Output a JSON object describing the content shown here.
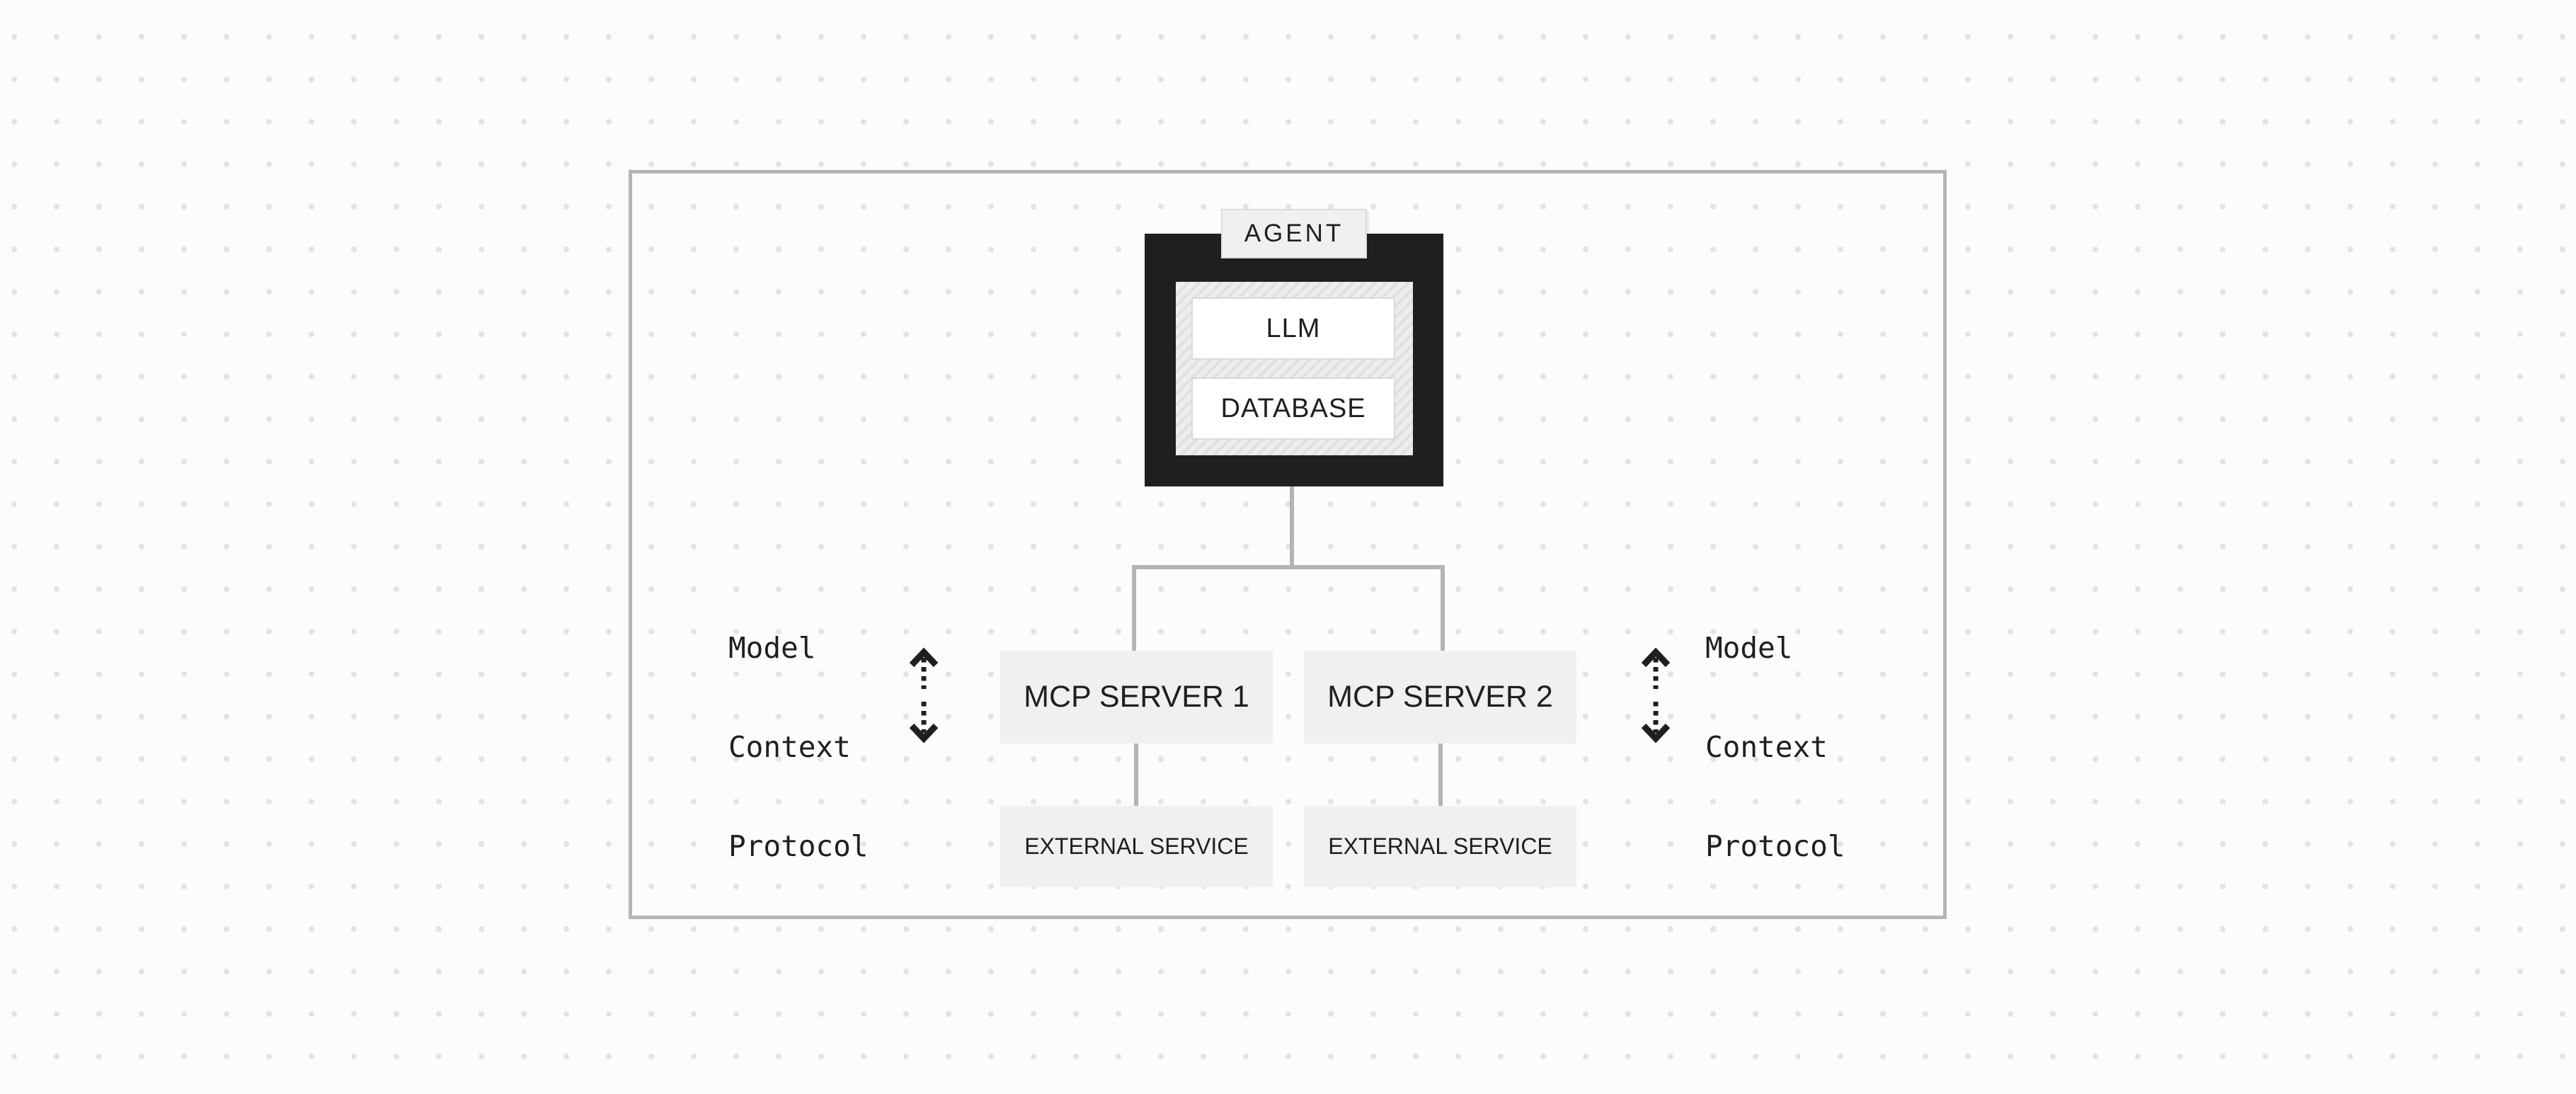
{
  "diagram": {
    "agent": {
      "label": "AGENT",
      "llm_label": "LLM",
      "database_label": "DATABASE"
    },
    "servers": [
      {
        "label": "MCP SERVER 1",
        "external_service_label": "EXTERNAL SERVICE"
      },
      {
        "label": "MCP SERVER 2",
        "external_service_label": "EXTERNAL SERVICE"
      }
    ],
    "protocol_annotations": [
      {
        "side": "left",
        "lines": [
          "Model",
          "Context",
          "Protocol"
        ]
      },
      {
        "side": "right",
        "lines": [
          "Model",
          "Context",
          "Protocol"
        ]
      }
    ],
    "icons": [
      {
        "name": "updown-arrow-icon",
        "meaning": "bidirectional communication"
      }
    ],
    "colors": {
      "background": "#fcfcfc",
      "dot": "#e3e3e3",
      "frame_border": "#b5b5b5",
      "node_dark": "#1f1f1f",
      "node_light": "#f0f0f0",
      "hatch_base": "#ededed",
      "hatch_stripe": "#e0e0e0",
      "connector": "#b4b4b4",
      "text_dark": "#1f1f1f",
      "white": "#ffffff",
      "inner_border": "#d9d9d9",
      "label_border": "#dcdcdc"
    }
  }
}
